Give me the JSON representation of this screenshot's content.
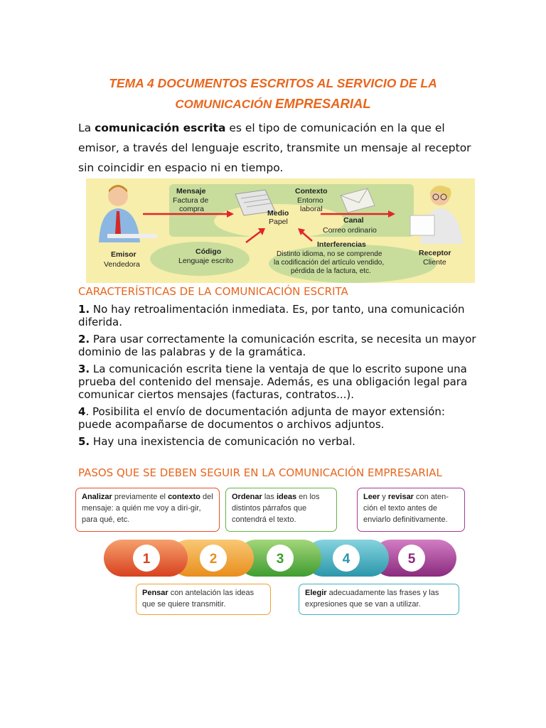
{
  "title": {
    "line1": "TEMA 4 DOCUMENTOS ESCRITOS AL SERVICIO DE LA",
    "line2_a": "COMUNICACIÓN ",
    "line2_b": "EMPRESARIAL"
  },
  "intro": {
    "pre": "La ",
    "bold": "comunicación escrita",
    "post": " es el tipo de comunicación en la que el emisor, a través del lenguaje escrito, transmite un mensaje al receptor sin coincidir en espacio ni en tiempo."
  },
  "diagram": {
    "mensaje_label": "Mensaje",
    "mensaje_value_1": "Factura de",
    "mensaje_value_2": "compra",
    "contexto_label": "Contexto",
    "contexto_value_1": "Entorno",
    "contexto_value_2": "laboral",
    "medio_label": "Medio",
    "medio_value": "Papel",
    "canal_label": "Canal",
    "canal_value": "Correo ordinario",
    "emisor_label": "Emisor",
    "emisor_value": "Vendedora",
    "codigo_label": "Código",
    "codigo_value": "Lenguaje escrito",
    "interf_label": "Interferencias",
    "interf_1": "Distinto idioma, no se comprende",
    "interf_2": "la codificación del artículo vendido,",
    "interf_3": "pérdida de la factura, etc.",
    "receptor_label": "Receptor",
    "receptor_value": "Cliente"
  },
  "characteristics": {
    "heading": "CARACTERÍSTICAS DE LA COMUNICACIÓN ESCRITA",
    "items": [
      {
        "num": "1.",
        "text": " No hay retroalimentación inmediata. Es, por tanto, una comunicación diferida."
      },
      {
        "num": "2.",
        "text": " Para usar correctamente la comunicación escrita, se necesita un mayor dominio de las palabras y de la gramática."
      },
      {
        "num": "3.",
        "text": " La comunicación escrita tiene la ventaja de que lo escrito supone una prueba del contenido del mensaje. Además, es una obligación legal para comunicar ciertos mensajes (facturas, contratos...)."
      },
      {
        "num": "4",
        "text": ". Posibilita el envío de documentación adjunta de mayor extensión: puede acompañarse de documentos o archivos adjuntos."
      },
      {
        "num": "5.",
        "text": " Hay una inexistencia de comunicación no verbal."
      }
    ]
  },
  "steps": {
    "heading": "PASOS QUE SE DEBEN SEGUIR EN LA COMUNICACIÓN EMPRESARIAL",
    "numbers": [
      "1",
      "2",
      "3",
      "4",
      "5"
    ],
    "box1": {
      "b1": "Analizar",
      "t1": " previamente el ",
      "b2": "contexto",
      "t2": " del mensaje: a quién me voy a diri-gir, para qué, etc."
    },
    "box2": {
      "b1": "Pensar",
      "t1": " con antelación las ideas que se quiere transmitir."
    },
    "box3": {
      "b1": "Ordenar",
      "t1": " las ",
      "b2": "ideas",
      "t2": " en los distintos párrafos que contendrá el texto."
    },
    "box4": {
      "b1": "Elegir",
      "t1": " adecuadamente las frases y las expresiones que se van a utilizar."
    },
    "box5": {
      "b1": "Leer",
      "t1": " y ",
      "b2": "revisar",
      "t2": " con aten-ción el texto antes de enviarlo definitivamente."
    }
  },
  "colors": {
    "heading": "#e8661e",
    "diagram_bg": "#f7eeab",
    "ellipse": "#c8dd9c",
    "arrow": "#e0262b",
    "step1": "#e94e2a",
    "step2": "#f0a030",
    "step3": "#63b540",
    "step4": "#3eb0c4",
    "step5": "#a13c92"
  }
}
